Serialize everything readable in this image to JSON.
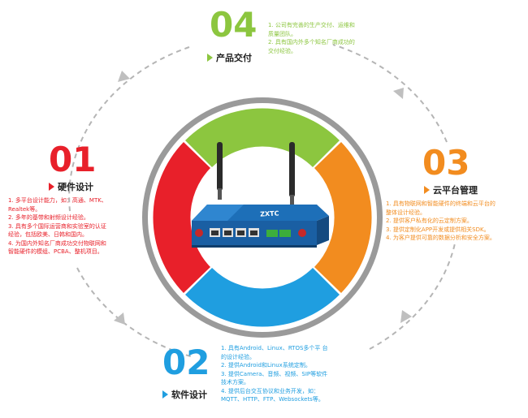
{
  "colors": {
    "green": "#8cc63f",
    "red": "#e8202a",
    "orange": "#f28c1f",
    "blue": "#1f9ee0",
    "ring_gray": "#9a9a9a",
    "dash_gray": "#b5b5b5"
  },
  "sections": {
    "s04": {
      "number": "04",
      "title": "产品交付",
      "lines": [
        "1. 公司有完善的生产交付、运维和",
        "    质量团队。",
        "2. 具有国内外多个知名厂商成功的",
        "    交付经验。"
      ]
    },
    "s01": {
      "number": "01",
      "title": "硬件设计",
      "lines": [
        "1. 多平台设计能力，如：高通、MTK、",
        "    Realtek等。",
        "2. 多年的基带和射频设计经验。",
        "3. 具有多个国际运营商和实验室的认证",
        "    经验，包括欧美、日韩和国内。",
        "4. 为国内外知名厂商成功交付物联网和",
        "    智能硬件的模组、PCBA、整机项目。"
      ]
    },
    "s03": {
      "number": "03",
      "title": "云平台管理",
      "lines": [
        "1. 具有物联网和智能硬件的终端和云平台的",
        "    整体设计经验。",
        "2. 提供客户私有化的云定制方案。",
        "3. 提供定制化APP开发或提供相关SDK。",
        "4. 为客户提供可靠的数据分析和安全方案。"
      ]
    },
    "s02": {
      "number": "02",
      "title": "软件设计",
      "lines": [
        "1. 具有Android、Linux、RTOS多个平 台",
        "    的设计经验。",
        "2. 提供Android和Linux系统定制。",
        "3. 提供Camera、音频、视频、SIP等软件",
        "    技术方案。",
        "4. 提供后台交互协议和业务开发，如：",
        "    MQTT、HTTP、FTP、Websockets等。"
      ]
    }
  },
  "device": {
    "brand_label": "ZXTC"
  }
}
